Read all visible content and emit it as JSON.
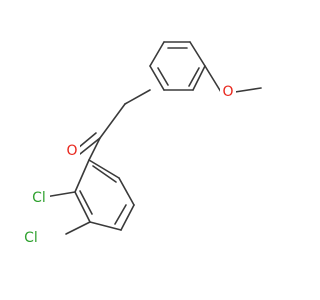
{
  "molecule": {
    "atoms": {
      "oxygen_carbonyl": "O",
      "oxygen_methoxy": "O",
      "chlorine_2": "Cl",
      "chlorine_3": "Cl"
    },
    "colors": {
      "bond": "#3a3a3a",
      "oxygen": "#e8251b",
      "chlorine": "#2fa12f"
    }
  }
}
